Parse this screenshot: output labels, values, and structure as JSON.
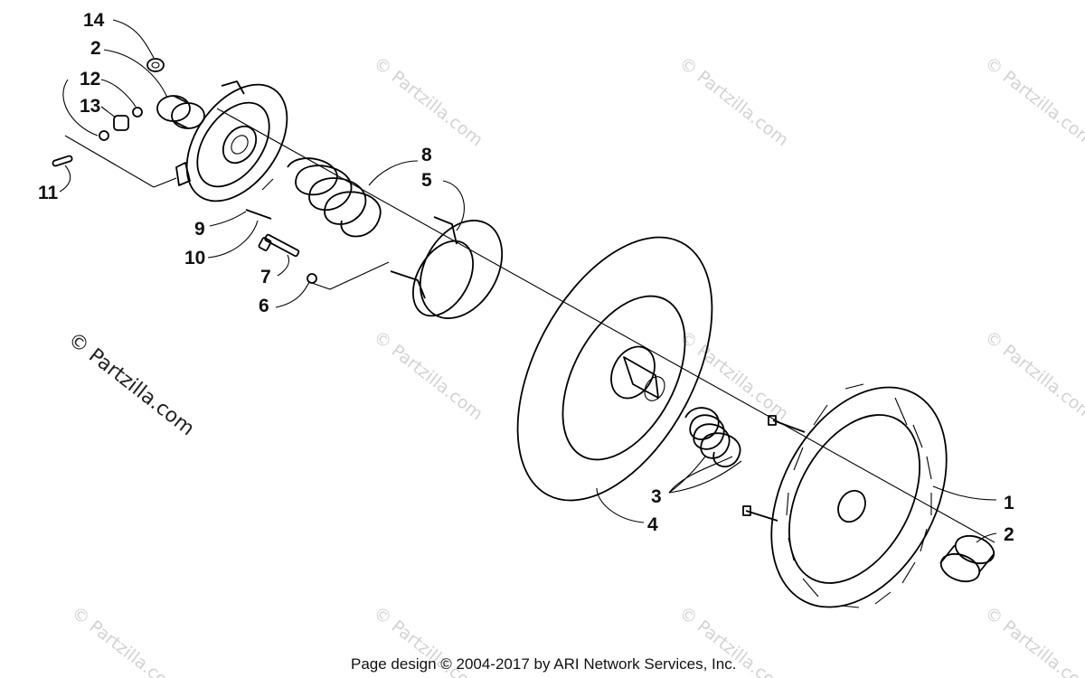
{
  "footer": "Page design © 2004-2017 by ARI Network Services, Inc.",
  "watermark_main": "© Partzilla.com",
  "watermark_faint": "© Partzilla.com",
  "callouts": {
    "c14": "14",
    "c2a": "2",
    "c12": "12",
    "c13": "13",
    "c11": "11",
    "c8": "8",
    "c5": "5",
    "c9": "9",
    "c10": "10",
    "c7": "7",
    "c6": "6",
    "c3": "3",
    "c4": "4",
    "c1": "1",
    "c2b": "2"
  }
}
